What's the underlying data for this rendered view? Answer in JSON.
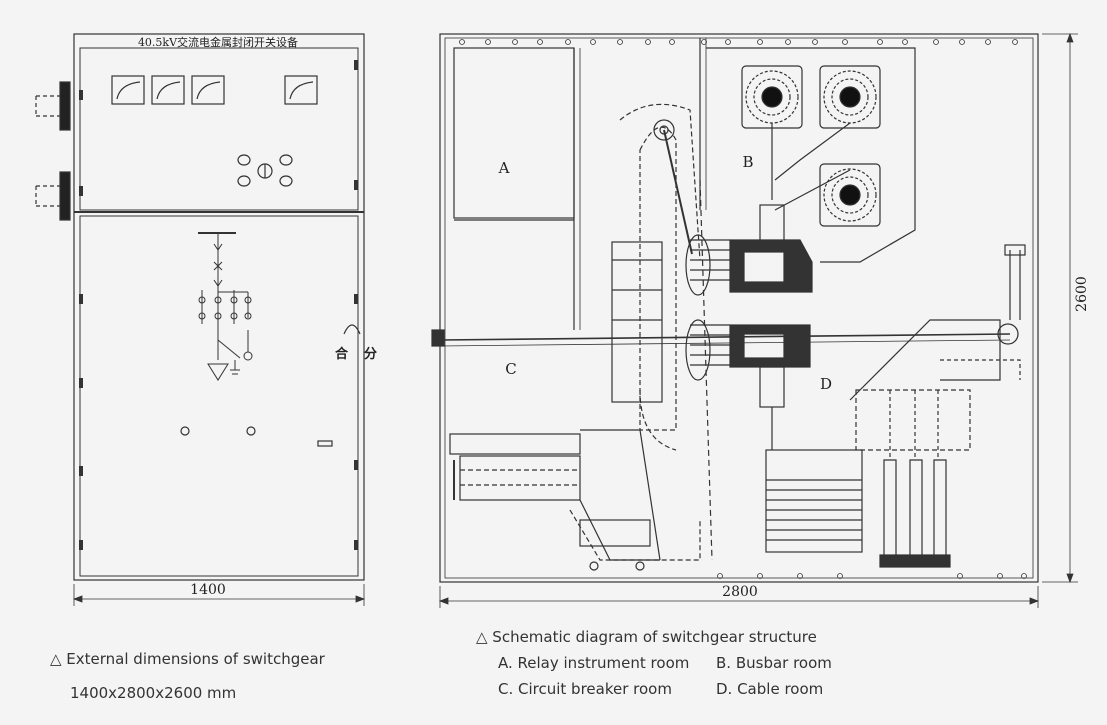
{
  "front_view": {
    "title": "40.5kV交流电金属封闭开关设备",
    "width_label": "1400",
    "close_label": "合",
    "open_label": "分"
  },
  "section_view": {
    "room_labels": [
      "A",
      "B",
      "C",
      "D"
    ],
    "width_label": "2800",
    "height_label": "2600"
  },
  "captions": {
    "left_line1": "△ External dimensions of switchgear",
    "left_line2": "1400x2800x2600 mm",
    "right_title": "△ Schematic diagram of switchgear structure",
    "right_a": "A. Relay instrument room",
    "right_b": "B. Busbar room",
    "right_c": "C. Circuit breaker room",
    "right_d": "D. Cable room"
  }
}
